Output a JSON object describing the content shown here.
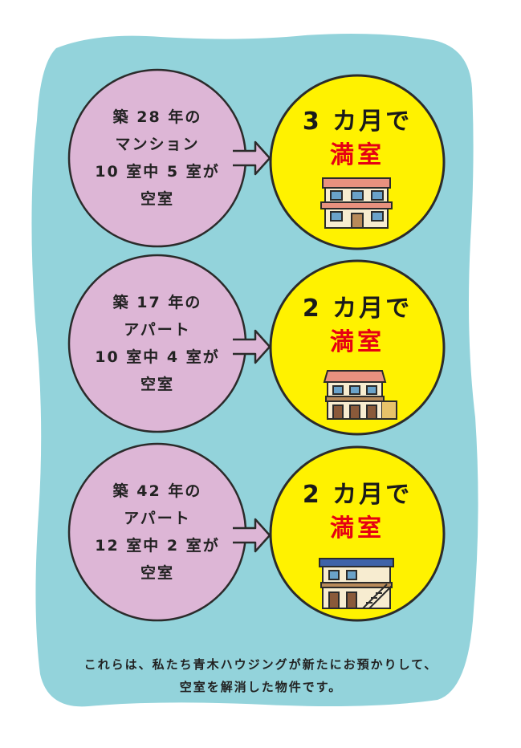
{
  "colors": {
    "panel_background": "#93d3db",
    "left_circle": "#ddb6d6",
    "right_circle": "#fff200",
    "outline": "#2b2b2b",
    "accent_red": "#e60012"
  },
  "cases": [
    {
      "before": {
        "line1": "築 28 年の",
        "line2": "マンション",
        "line3": "10 室中 5 室が",
        "line4": "空室"
      },
      "after": {
        "headline": "3 カ月で",
        "result": "満室"
      },
      "building_icon": "apartment-building-icon"
    },
    {
      "before": {
        "line1": "築 17 年の",
        "line2": "アパート",
        "line3": "10 室中 4 室が",
        "line4": "空室"
      },
      "after": {
        "headline": "2 カ月で",
        "result": "満室"
      },
      "building_icon": "two-story-apartment-icon"
    },
    {
      "before": {
        "line1": "築 42 年の",
        "line2": "アパート",
        "line3": "12 室中 2 室が",
        "line4": "空室"
      },
      "after": {
        "headline": "2 カ月で",
        "result": "満室"
      },
      "building_icon": "apartment-with-stairs-icon"
    }
  ],
  "footer": {
    "line1": "これらは、私たち青木ハウジングが新たにお預かりして、",
    "line2": "空室を解消した物件です。"
  }
}
